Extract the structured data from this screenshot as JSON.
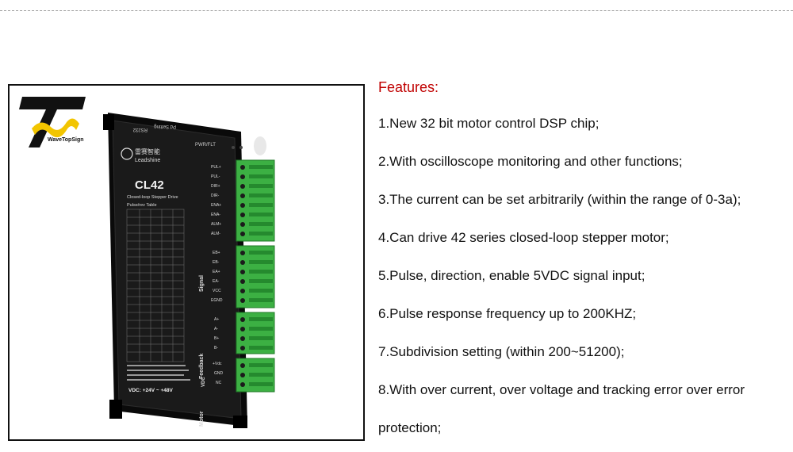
{
  "logo": {
    "text": "WaveTopSign"
  },
  "product": {
    "brand_cn": "雷赛智能",
    "brand": "Leadshine",
    "model": "CL42",
    "subtitle": "Closed-loop Stepper Drive",
    "table_title": "Pulse/rev Table",
    "top_labels": [
      "RS232",
      "Pd Setting",
      "PWR/FLT"
    ],
    "groups": [
      "Signal",
      "Feedback",
      "Motor",
      "VDC"
    ],
    "terminals": [
      "PUL+",
      "PUL-",
      "DIR+",
      "DIR-",
      "ENA+",
      "ENA-",
      "ALM+",
      "ALM-",
      "EB+",
      "EB-",
      "EA+",
      "EA-",
      "VCC",
      "EGND",
      "A+",
      "A-",
      "B+",
      "B-",
      "+Vdc",
      "GND",
      "NC"
    ],
    "vdc_label": "VDC: +24V ~ +48V",
    "colors": {
      "body": "#141414",
      "terminal": "#3cb043",
      "terminal_dark": "#258a2e"
    }
  },
  "features": {
    "title": "Features:",
    "items": [
      "1.New 32 bit motor control DSP chip;",
      "2.With oscilloscope monitoring and other functions;",
      "3.The current can be set arbitrarily (within the range of 0-3a);",
      "4.Can drive 42 series closed-loop stepper motor;",
      "5.Pulse, direction, enable 5VDC signal input;",
      "6.Pulse response frequency up to 200KHZ;",
      "7.Subdivision setting (within 200~51200);",
      "8.With over current, over voltage and tracking error over error protection;"
    ]
  }
}
